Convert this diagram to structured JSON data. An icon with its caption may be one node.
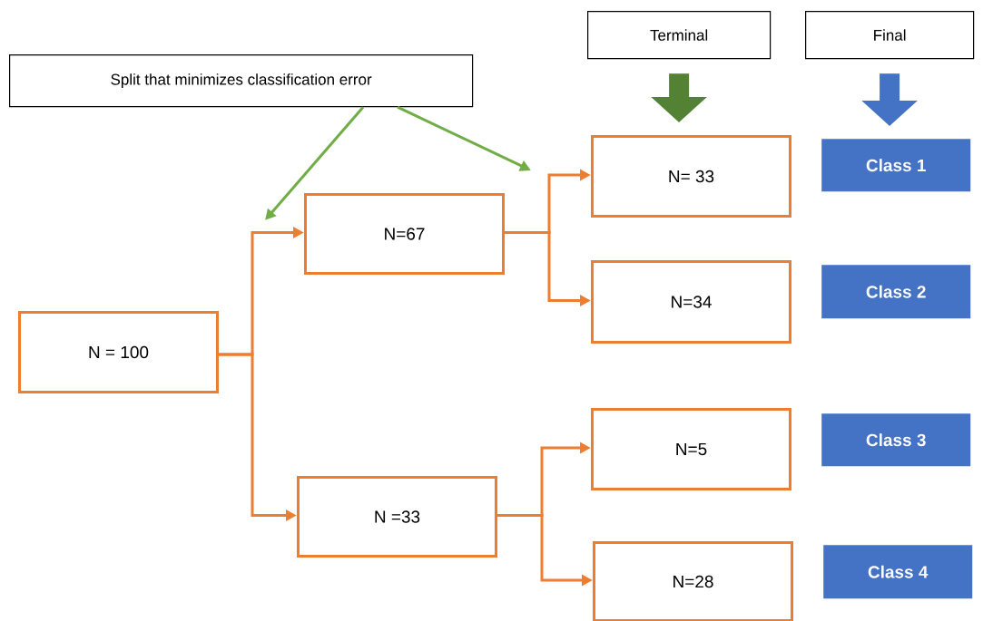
{
  "diagram": {
    "nodes": [
      {
        "text": [
          "Split that minimizes classification error"
        ]
      },
      {
        "text": [
          "Terminal"
        ]
      },
      {
        "text": [
          "Final"
        ]
      },
      {
        "text": [
          "N = 100"
        ]
      },
      {
        "text": [
          "N=67"
        ]
      },
      {
        "text": [
          "N =33"
        ]
      },
      {
        "text": [
          "N= 33"
        ]
      },
      {
        "text": [
          "N=34"
        ]
      },
      {
        "text": [
          "N=5"
        ]
      },
      {
        "text": [
          "N=28"
        ]
      },
      {
        "text": [
          "Class 1"
        ]
      },
      {
        "text": [
          "Class 2"
        ]
      },
      {
        "text": [
          "Class 3"
        ]
      },
      {
        "text": [
          "Class 4"
        ]
      }
    ],
    "edges": [
      {
        "from": 3,
        "to": 4,
        "arrow": "to"
      },
      {
        "from": 3,
        "to": 5,
        "arrow": "to"
      },
      {
        "from": 4,
        "to": 6,
        "arrow": "to"
      },
      {
        "from": 4,
        "to": 7,
        "arrow": "to"
      },
      {
        "from": 5,
        "to": 8,
        "arrow": "to"
      },
      {
        "from": 5,
        "to": 9,
        "arrow": "to"
      },
      {
        "from": 0,
        "to": null,
        "arrow": "to",
        "color": "#70ad47"
      },
      {
        "from": 0,
        "to": null,
        "arrow": "to",
        "color": "#70ad47"
      },
      {
        "from": 1,
        "to": 6,
        "arrow": "to",
        "style": "thick",
        "color": "#548235"
      },
      {
        "from": 2,
        "to": 10,
        "arrow": "to",
        "style": "thick",
        "color": "#4472c4"
      }
    ]
  }
}
